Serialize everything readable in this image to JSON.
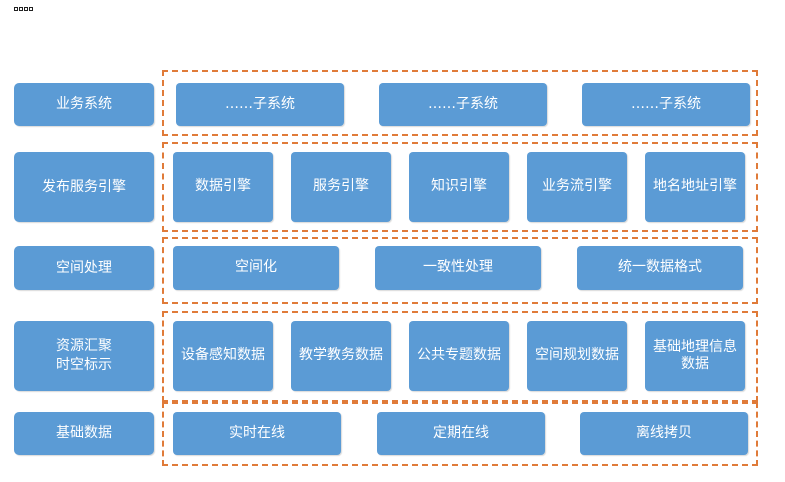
{
  "rows": [
    {
      "label": "业务系统",
      "items": [
        "……子系统",
        "……子系统",
        "……子系统"
      ]
    },
    {
      "label": "发布服务引擎",
      "items": [
        "数据引擎",
        "服务引擎",
        "知识引擎",
        "业务流引擎",
        "地名地址引擎"
      ]
    },
    {
      "label": "空间处理",
      "items": [
        "空间化",
        "一致性处理",
        "统一数据格式"
      ]
    },
    {
      "label": "资源汇聚\n时空标示",
      "items": [
        "设备感知数据",
        "教学教务数据",
        "公共专题数据",
        "空间规划数据",
        "基础地理信息\n数据"
      ]
    },
    {
      "label": "基础数据",
      "items": [
        "实时在线",
        "定期在线",
        "离线拷贝"
      ]
    }
  ],
  "colors": {
    "box": "#5b9bd5",
    "frame": "#e07b39",
    "text": "#ffffff"
  }
}
